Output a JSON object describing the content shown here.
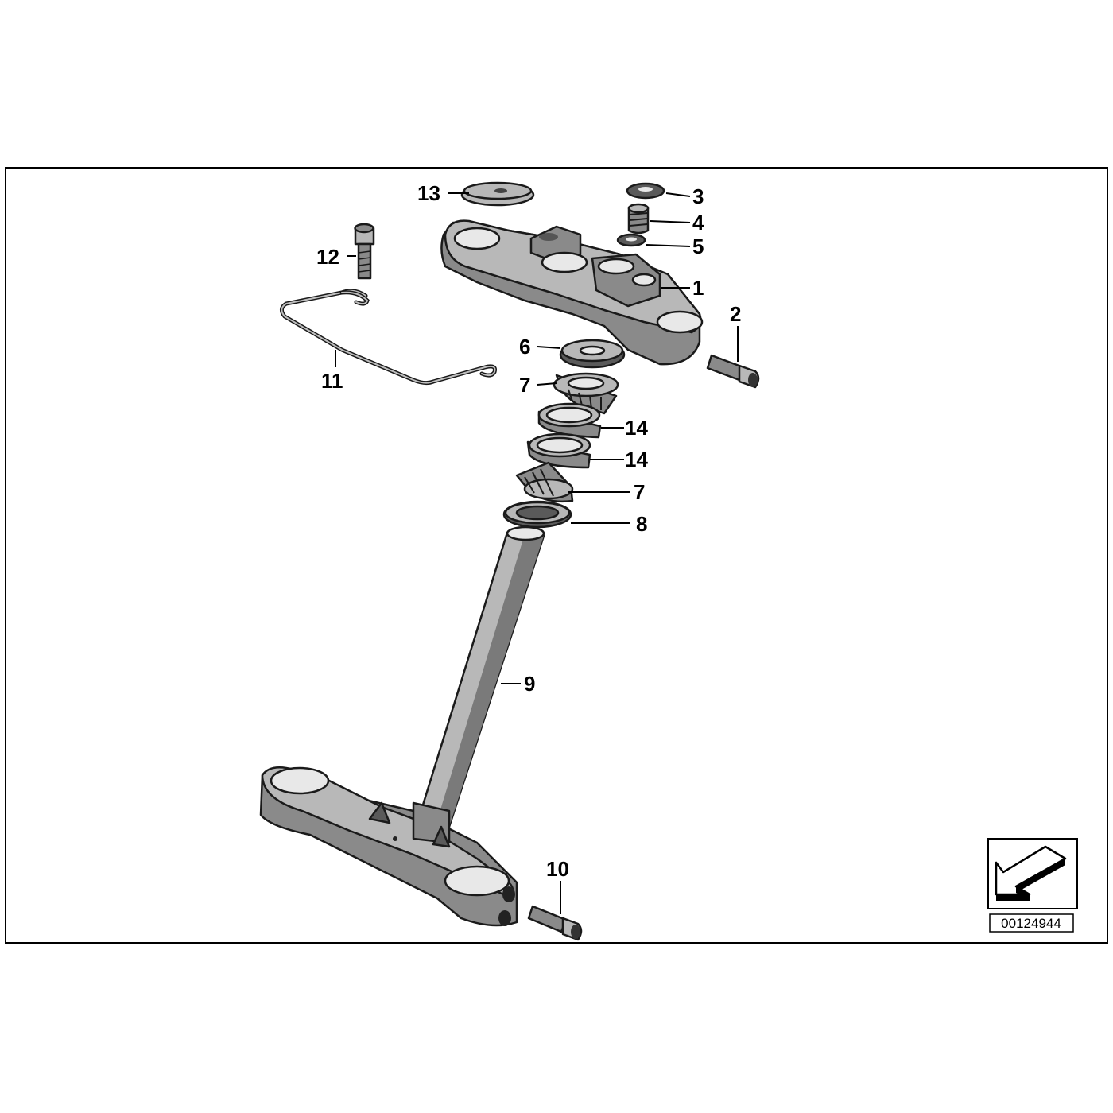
{
  "diagram": {
    "labels": [
      "13",
      "3",
      "4",
      "5",
      "12",
      "1",
      "2",
      "11",
      "6",
      "7",
      "14",
      "14",
      "7",
      "8",
      "9",
      "10"
    ],
    "reference_number": "00124944",
    "icon": "arrow-icon"
  }
}
